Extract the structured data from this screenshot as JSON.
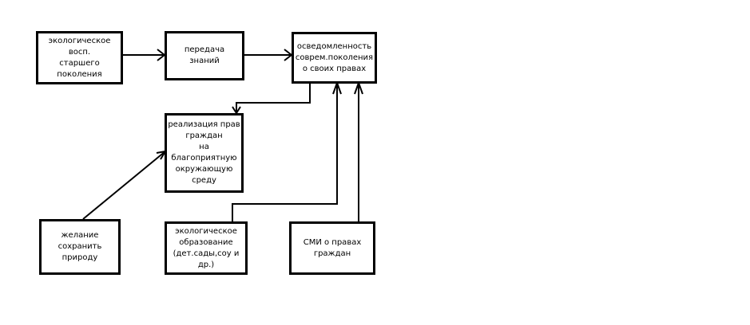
{
  "diagram": {
    "nodes": [
      {
        "id": "eco_upbringing",
        "text": "экологическое восп.\nстаршего поколения"
      },
      {
        "id": "knowledge_transfer",
        "text": "передача\nзнаний"
      },
      {
        "id": "awareness",
        "text": "осведомленность\nсоврем.поколения\nо своих правах"
      },
      {
        "id": "rights_realization",
        "text": "реализация прав\nграждан\nна благоприятную\nокружающую\nсреду"
      },
      {
        "id": "desire_preserve",
        "text": "желание\nсохранить\nприроду"
      },
      {
        "id": "eco_education",
        "text": "экологическое\nобразование\n(дет.сады,соу и др.)"
      },
      {
        "id": "media",
        "text": "СМИ о правах\nграждан"
      }
    ],
    "edges": [
      {
        "from": "eco_upbringing",
        "to": "knowledge_transfer"
      },
      {
        "from": "knowledge_transfer",
        "to": "awareness"
      },
      {
        "from": "awareness",
        "to": "rights_realization"
      },
      {
        "from": "desire_preserve",
        "to": "rights_realization"
      },
      {
        "from": "eco_education",
        "to": "awareness"
      },
      {
        "from": "media",
        "to": "awareness"
      }
    ]
  }
}
